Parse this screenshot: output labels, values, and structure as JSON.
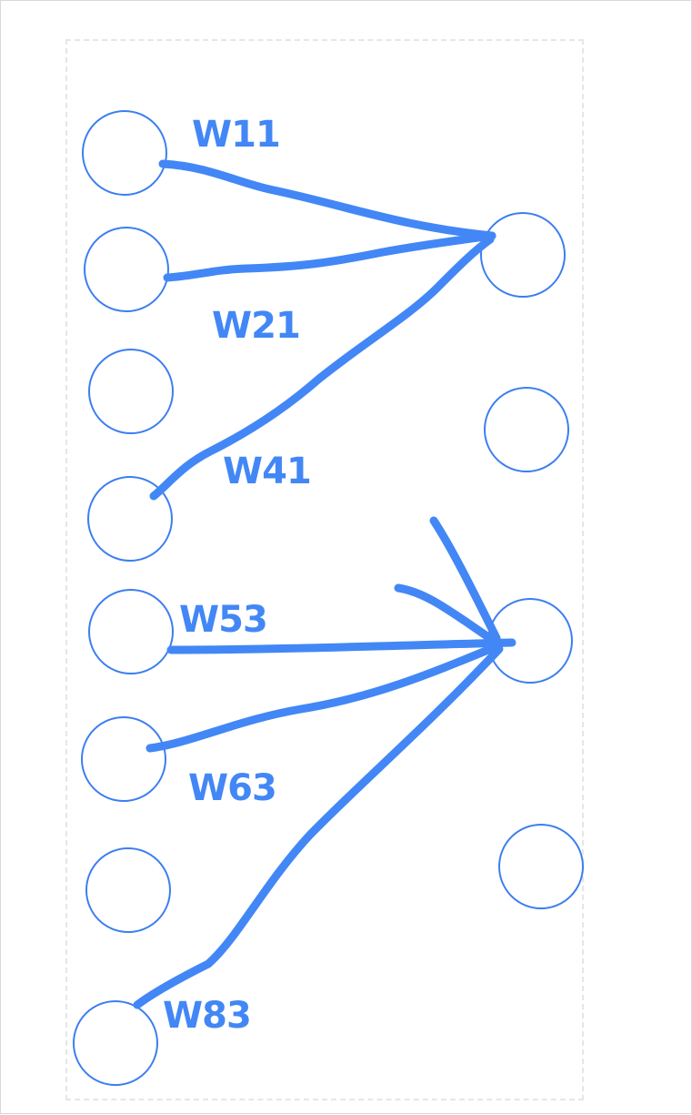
{
  "diagram": {
    "accent_color": "#4287f5",
    "node_stroke_color": "#3b7ef0",
    "left_layer_nodes": 8,
    "right_layer_nodes": 4,
    "weight_labels": {
      "w11": "W11",
      "w21": "W21",
      "w41": "W41",
      "w53": "W53",
      "w63": "W63",
      "w83": "W83"
    }
  }
}
